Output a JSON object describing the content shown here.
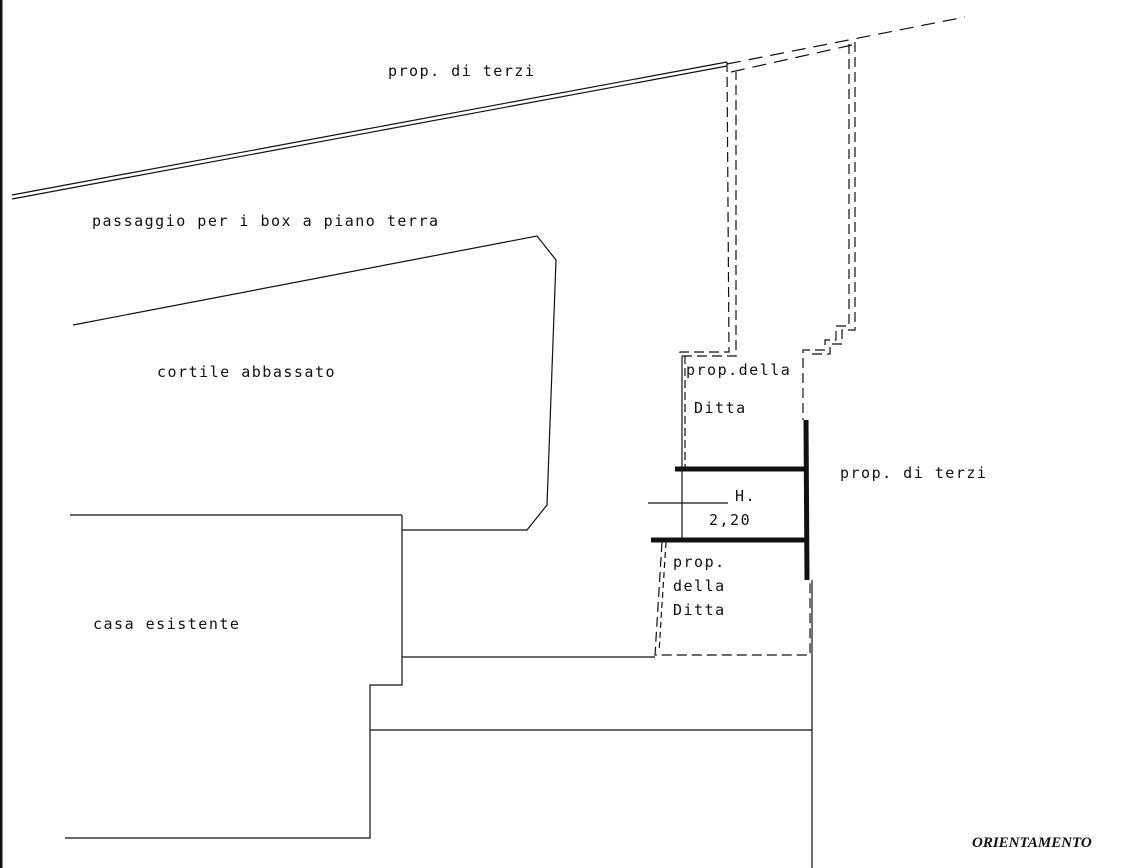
{
  "labels": {
    "top_neighbor": "prop. di terzi",
    "passage": "passaggio per i box a piano terra",
    "courtyard": "cortile abbassato",
    "existing_house": "casa esistente",
    "owner_upper_1": "prop.della",
    "owner_upper_2": "Ditta",
    "right_neighbor": "prop. di terzi",
    "height_label": "H.",
    "height_value": "2,20",
    "owner_lower_1": "prop.",
    "owner_lower_2": "della",
    "owner_lower_3": "Ditta",
    "orientation": "ORIENTAMENTO"
  },
  "colors": {
    "ink": "#111111",
    "paper": "#ffffff"
  }
}
